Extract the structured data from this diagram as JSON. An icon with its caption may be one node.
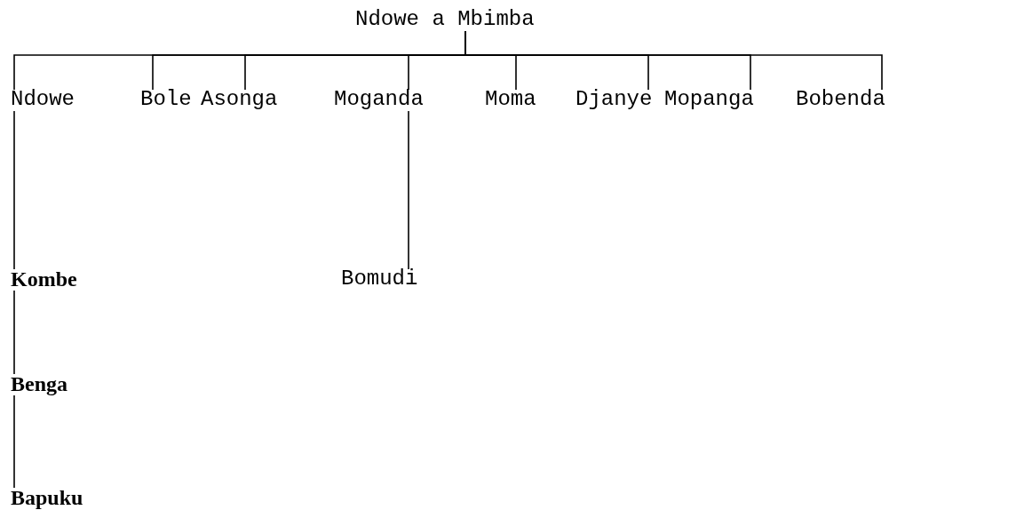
{
  "diagram": {
    "nodes": [
      {
        "text": [
          "Ndowe a Mbimba"
        ]
      },
      {
        "text": [
          "Ndowe"
        ]
      },
      {
        "text": [
          "Bole"
        ]
      },
      {
        "text": [
          "Asonga"
        ]
      },
      {
        "text": [
          "Moganda"
        ]
      },
      {
        "text": [
          "Moma"
        ]
      },
      {
        "text": [
          "Djanye"
        ]
      },
      {
        "text": [
          "Mopanga"
        ]
      },
      {
        "text": [
          "Bobenda"
        ]
      },
      {
        "text": [
          "Kombe"
        ]
      },
      {
        "text": [
          "Bomudi"
        ]
      },
      {
        "text": [
          "Benga"
        ]
      },
      {
        "text": [
          "Bapuku"
        ]
      }
    ],
    "edges": [
      {
        "from": 0,
        "to": 1,
        "arrow": "none"
      },
      {
        "from": 0,
        "to": 2,
        "arrow": "none"
      },
      {
        "from": 0,
        "to": 3,
        "arrow": "none"
      },
      {
        "from": 0,
        "to": 4,
        "arrow": "none"
      },
      {
        "from": 0,
        "to": 5,
        "arrow": "none"
      },
      {
        "from": 0,
        "to": 6,
        "arrow": "none"
      },
      {
        "from": 0,
        "to": 7,
        "arrow": "none"
      },
      {
        "from": 0,
        "to": 8,
        "arrow": "none"
      },
      {
        "from": 1,
        "to": 9,
        "arrow": "none"
      },
      {
        "from": 4,
        "to": 10,
        "arrow": "none"
      },
      {
        "from": 9,
        "to": 11,
        "arrow": "none"
      },
      {
        "from": 11,
        "to": 12,
        "arrow": "none"
      }
    ]
  }
}
